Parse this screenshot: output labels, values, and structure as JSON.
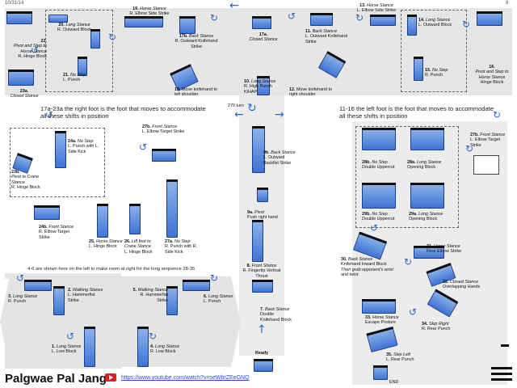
{
  "header": {
    "date": "10/31/14",
    "page": "8"
  },
  "footer": {
    "title": "Palgwae Pal Jang",
    "link": "https://www.youtube.com/watch?v=seWbrZEeGNQ"
  },
  "notes": {
    "left": "17a-23a the right foot is the foot that moves to accommodate all these shifts in position",
    "right": "11-16 the left foot is the foot that moves to accommodate all these shifts in position",
    "bottom": "4-6 are shown here on the left to make room at right for the long sequence 28-35",
    "turn": "270 turn",
    "ready": "Ready",
    "end": "END"
  },
  "steps": [
    {
      "num": "1.",
      "stance": "Long Stance",
      "tech": "L. Low Block"
    },
    {
      "num": "2.",
      "stance": "Walking Stance",
      "tech": "L. Hammerfist Strike"
    },
    {
      "num": "3.",
      "stance": "Long Stance",
      "tech": "R. Punch"
    },
    {
      "num": "4.",
      "stance": "Long Stance",
      "tech": "R. Low Block"
    },
    {
      "num": "5.",
      "stance": "Walking Stance",
      "tech": "R. Hammerfist Strike"
    },
    {
      "num": "6.",
      "stance": "Long Stance",
      "tech": "L. Punch"
    },
    {
      "num": "7.",
      "stance": "Back Stance",
      "tech": "Double Knifehand Block"
    },
    {
      "num": "8.",
      "stance": "Front Stance",
      "tech": "R. Fingertip Vertical Thrust"
    },
    {
      "num": "9a.",
      "stance": "Pivot",
      "tech": "Push right hand"
    },
    {
      "num": "9b.",
      "stance": "Back Stance",
      "tech": "L. Outward Backfist Strike"
    },
    {
      "num": "10.",
      "stance": "Long Stance",
      "tech": "R. High Punch KIHAP"
    },
    {
      "num": "11.",
      "stance": "Back Stance",
      "tech": "L. Outward Knifehand Strike"
    },
    {
      "num": "12.",
      "stance": "",
      "tech": "Move knifehand to right shoulder"
    },
    {
      "num": "13.",
      "stance": "Horse Stance",
      "tech": "L. Elbow Side Strike"
    },
    {
      "num": "14.",
      "stance": "Long Stance",
      "tech": "L. Outward Block"
    },
    {
      "num": "15.",
      "stance": "No Step",
      "tech": "R. Punch"
    },
    {
      "num": "16.",
      "stance": "Pivot and Step to Horse Stance",
      "tech": "Hinge Block"
    },
    {
      "num": "17a.",
      "stance": "Closed Stance",
      "tech": ""
    },
    {
      "num": "17b.",
      "stance": "Back Stance",
      "tech": "R. Outward Knifehand Strike"
    },
    {
      "num": "18.",
      "stance": "",
      "tech": "Move knifehand to left shoulder"
    },
    {
      "num": "19.",
      "stance": "Horse Stance",
      "tech": "R. Elbow Side Strike"
    },
    {
      "num": "20.",
      "stance": "Long Stance",
      "tech": "R. Outward Block"
    },
    {
      "num": "21.",
      "stance": "No Step",
      "tech": "L. Punch"
    },
    {
      "num": "22.",
      "stance": "Pivot and Step to Horse Stance",
      "tech": "R. Hinge Block"
    },
    {
      "num": "23a.",
      "stance": "Closed Stance",
      "tech": ""
    },
    {
      "num": "23b.",
      "stance": "Pivot to Crane Stance",
      "tech": "R. Hinge Block"
    },
    {
      "num": "24a.",
      "stance": "No Step",
      "tech": "L. Punch with L. Side Kick"
    },
    {
      "num": "24b.",
      "stance": "Front Stance",
      "tech": "R. Elbow Target Strike"
    },
    {
      "num": "25.",
      "stance": "Horse Stance",
      "tech": "L. Hinge Block"
    },
    {
      "num": "26.",
      "stance": "Lift foot to Crane Stance",
      "tech": "L. Hinge Block"
    },
    {
      "num": "27a.",
      "stance": "No Step",
      "tech": "R. Punch with R. Side Kick"
    },
    {
      "num": "27b.",
      "stance": "Front Stance",
      "tech": "L. Elbow Target Strike"
    },
    {
      "num": "27b.",
      "stance": "Front Stance",
      "tech": "L. Elbow Target Strike"
    },
    {
      "num": "28a.",
      "stance": "Long Stance",
      "tech": "Opening Block"
    },
    {
      "num": "28b.",
      "stance": "No Step",
      "tech": "Double Uppercut"
    },
    {
      "num": "29a.",
      "stance": "Long Stance",
      "tech": "Opening Block"
    },
    {
      "num": "29b.",
      "stance": "No Step",
      "tech": "Double Uppercut"
    },
    {
      "num": "30.",
      "stance": "Back Stance",
      "tech": "Knifehand Inward Block"
    },
    {
      "num": "",
      "stance": "Then grab opponent's wrist and twist",
      "tech": ""
    },
    {
      "num": "31.",
      "stance": "Horse Stance",
      "tech": "Rear Elbow Strike"
    },
    {
      "num": "32.",
      "stance": "Closed Stance",
      "tech": "Overlapping Hands"
    },
    {
      "num": "33.",
      "stance": "Horse Stance",
      "tech": "Escape Posture"
    },
    {
      "num": "34.",
      "stance": "Skip Right",
      "tech": "R. Rear Punch"
    },
    {
      "num": "35.",
      "stance": "Skip Left",
      "tech": "L. Rear Punch"
    }
  ]
}
